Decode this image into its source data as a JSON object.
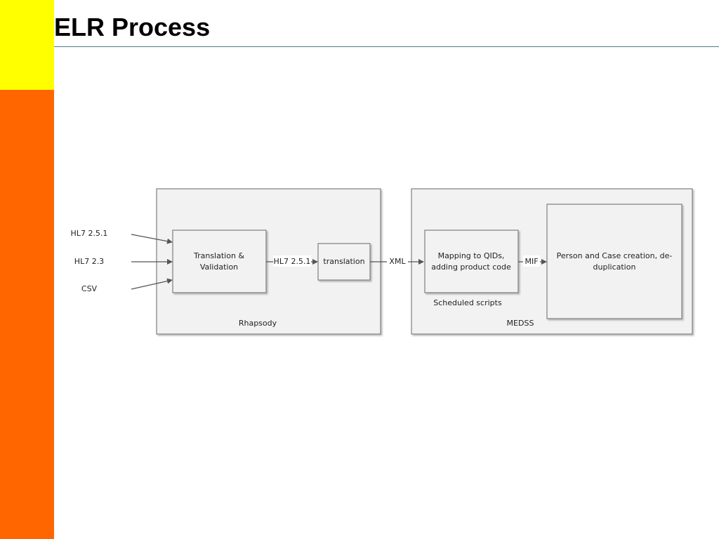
{
  "title": "ELR Process",
  "colors": {
    "side_yellow": "#ffff00",
    "side_orange": "#ff6600",
    "box_fill": "#f2f2f2",
    "box_stroke": "#7f7f7f",
    "arrow": "#555555"
  },
  "inputs": [
    "HL7 2.5.1",
    "HL7 2.3",
    "CSV"
  ],
  "rhapsody": {
    "label": "Rhapsody",
    "validation_box": [
      "Translation &",
      "Validation"
    ],
    "link_label": "HL7 2.5.1",
    "translation_box": "translation"
  },
  "xml_label": "XML",
  "medss": {
    "label": "MEDSS",
    "mapping_box": [
      "Mapping to QIDs,",
      "adding product code"
    ],
    "scheduled_label": "Scheduled scripts",
    "mif_label": "MIF",
    "person_box": [
      "Person and Case creation, de-",
      "duplication"
    ]
  }
}
